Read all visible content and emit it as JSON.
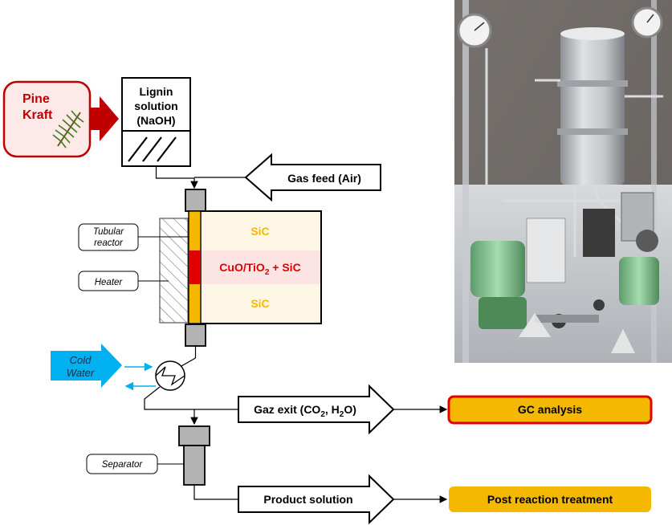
{
  "feedstock": {
    "line1": "Pine",
    "line2": "Kraft"
  },
  "lignin_tank": {
    "line1": "Lignin",
    "line2": "solution",
    "line3": "(NaOH)"
  },
  "gas_feed": {
    "label": "Gas feed (Air)"
  },
  "reactor": {
    "label_tubular_1": "Tubular",
    "label_tubular_2": "reactor",
    "label_heater": "Heater",
    "zone_top": "SiC",
    "zone_middle_main": "CuO/TiO",
    "zone_middle_sub": "2",
    "zone_middle_rest": " + SiC",
    "zone_bottom": "SiC"
  },
  "cooling": {
    "line1": "Cold",
    "line2": "Water"
  },
  "separator": {
    "label": "Separator"
  },
  "gas_exit": {
    "pre": "Gaz exit (CO",
    "sub1": "2",
    "mid": ", H",
    "sub2": "2",
    "post": "O)"
  },
  "product_solution": {
    "label": "Product solution"
  },
  "gc_analysis": {
    "label": "GC analysis"
  },
  "post_treatment": {
    "label": "Post reaction treatment"
  },
  "colors": {
    "feed_red": "#c00000",
    "feed_fill": "#fde9e7",
    "orange": "#f5b800",
    "catalyst_red": "#e00000",
    "sic_fill": "#fff7e6",
    "catalyst_fill": "#fde4e4",
    "water_blue": "#00b0f0",
    "gc_border": "#e30000"
  }
}
